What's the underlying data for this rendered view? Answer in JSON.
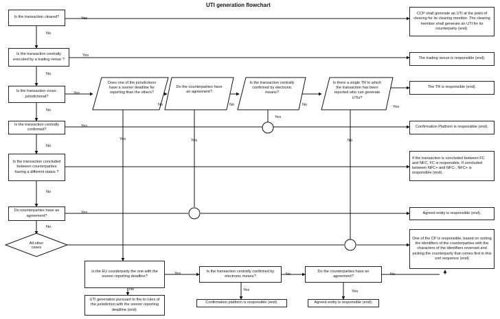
{
  "title": "UTI generation flowchart",
  "labels": {
    "yes": "Yes",
    "no": "No"
  },
  "left_questions": [
    "Is the transaction cleared?",
    "Is the transaction centrally executed by a trading venue ?",
    "Is the transaction cross-jurisdictional?",
    "Is the transaction centrally confirmed?",
    "Is the transaction concluded between counterparties having a different status ?",
    "Do counterparties have an agreement?"
  ],
  "all_other": "All other cases",
  "cross_questions": [
    "Does one of the jurisdictions have a sooner deadline for reporting than the others?",
    "Do the counterparties have an agreement?",
    "Is the transaction centrally confirmed by electronic means?",
    "Is there a single TR to which the transaction has been reported who can generate UTIs?"
  ],
  "outcomes": [
    "CCP shall generate an UTI at the point of clearing for its clearing member. The clearing member shall generate an UTI for its counterparty (end).",
    "The trading venue is responsible (end).",
    "The TR is responsible (end).",
    "Confirmation Platform is responsible (end).",
    "If the transaction is concluded between FC and NFC, FC is responsible. If concluded between NFC+ and NFC-, NFC+ is responsible (end).",
    "Agreed entity is responsible (end).",
    "One of the CP is responsible, based on sorting the identifiers of the counterparties with the characters of the identifiers reversed and picking the counterparty that comes first in this sort sequence (end)"
  ],
  "bottom": {
    "eu_question": "Is the EU counterparty the one with the sooner reporting deadline?",
    "uti_rules": "UTI generation pursuant to the to rules of the jurisdiction with the sooner reporting deadline (end).",
    "electronic_question": "Is the transaction centrally confirmed by electronic means?",
    "confirmation_platform": "Confirmation platform is responsible (end).",
    "agreement_question": "Do the counterparties have an agreement?",
    "agreed_entity": "Agreed entity is responsible (end)."
  }
}
